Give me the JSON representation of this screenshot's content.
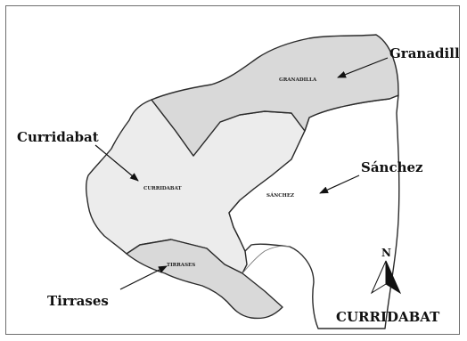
{
  "map": {
    "title": "CURRIDABAT",
    "north_letter": "N",
    "colors": {
      "gray_district": "#d9d9d9",
      "light_district": "#ececec",
      "white_district": "#ffffff",
      "outline": "#2b2b2b"
    },
    "districts": [
      {
        "id": "granadilla",
        "callout": "Granadilla",
        "label": "GRANADILLA"
      },
      {
        "id": "curridabat",
        "callout": "Curridabat",
        "label": "CURRIDABAT"
      },
      {
        "id": "sanchez",
        "callout": "Sánchez",
        "label": "SÁNCHEZ"
      },
      {
        "id": "tirrases",
        "callout": "Tirrases",
        "label": "TIRRASES"
      }
    ]
  }
}
